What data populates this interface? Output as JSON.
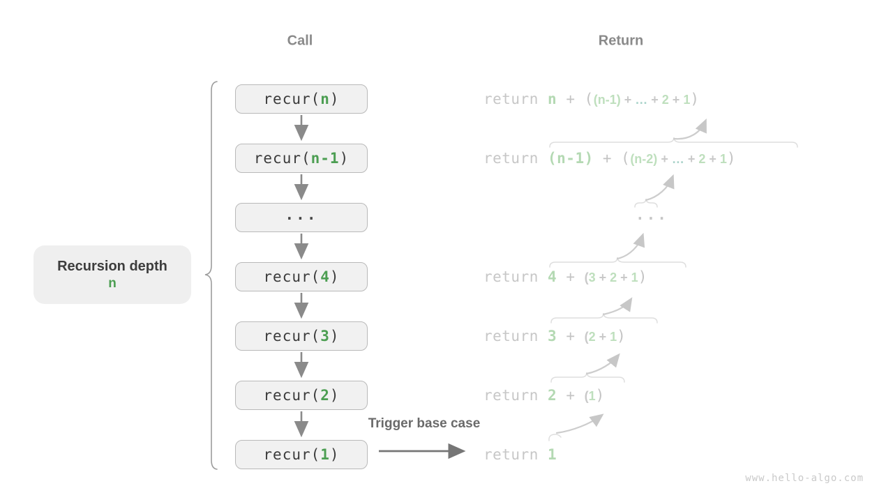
{
  "headers": {
    "call": "Call",
    "return": "Return"
  },
  "side_label": {
    "line1": "Recursion depth",
    "line2": "n"
  },
  "trigger_label": "Trigger base case",
  "watermark": "www.hello-algo.com",
  "colors": {
    "accent_green": "#4c9e52",
    "faded_green": "#b4d9b3",
    "faded_teal": "#abd4cb",
    "box_fill": "#f1f1f1",
    "box_border": "#b9b9b9",
    "dark_text": "#3b3b3b",
    "gray_heading": "#8a8a8a",
    "faded_gray": "#c6c6c6",
    "arrow_gray": "#8a8a8a",
    "light_arrow": "#cdcdcd"
  },
  "call_rows": [
    {
      "tokens": [
        {
          "t": "recur(",
          "c": "code"
        },
        {
          "t": "n",
          "c": "arg"
        },
        {
          "t": ")",
          "c": "code"
        }
      ]
    },
    {
      "tokens": [
        {
          "t": "recur(",
          "c": "code"
        },
        {
          "t": "n-1",
          "c": "arg"
        },
        {
          "t": ")",
          "c": "code"
        }
      ]
    },
    {
      "tokens": [
        {
          "t": "...",
          "c": "bdots"
        }
      ]
    },
    {
      "tokens": [
        {
          "t": "recur(",
          "c": "code"
        },
        {
          "t": "4",
          "c": "arg"
        },
        {
          "t": ")",
          "c": "code"
        }
      ]
    },
    {
      "tokens": [
        {
          "t": "recur(",
          "c": "code"
        },
        {
          "t": "3",
          "c": "arg"
        },
        {
          "t": ")",
          "c": "code"
        }
      ]
    },
    {
      "tokens": [
        {
          "t": "recur(",
          "c": "code"
        },
        {
          "t": "2",
          "c": "arg"
        },
        {
          "t": ")",
          "c": "code"
        }
      ]
    },
    {
      "tokens": [
        {
          "t": "recur(",
          "c": "code"
        },
        {
          "t": "1",
          "c": "arg"
        },
        {
          "t": ")",
          "c": "code"
        }
      ]
    }
  ],
  "return_rows": [
    {
      "tokens": [
        {
          "t": "return ",
          "c": "kw"
        },
        {
          "t": "n",
          "c": "val"
        },
        {
          "t": " + (",
          "c": "op"
        },
        {
          "t": "(n-1)",
          "c": "nval"
        },
        {
          "t": " + ",
          "c": "nop"
        },
        {
          "t": "…",
          "c": "ndots"
        },
        {
          "t": " + ",
          "c": "nop"
        },
        {
          "t": "2",
          "c": "nval"
        },
        {
          "t": " + ",
          "c": "nop"
        },
        {
          "t": "1",
          "c": "nval"
        },
        {
          "t": ")",
          "c": "op"
        }
      ]
    },
    {
      "tokens": [
        {
          "t": "return ",
          "c": "kw"
        },
        {
          "t": "(n-1)",
          "c": "val"
        },
        {
          "t": " + (",
          "c": "op"
        },
        {
          "t": "(n-2)",
          "c": "nval"
        },
        {
          "t": " + ",
          "c": "nop"
        },
        {
          "t": "…",
          "c": "ndots"
        },
        {
          "t": " + ",
          "c": "nop"
        },
        {
          "t": "2",
          "c": "nval"
        },
        {
          "t": " + ",
          "c": "nop"
        },
        {
          "t": "1",
          "c": "nval"
        },
        {
          "t": ")",
          "c": "op"
        }
      ]
    },
    {
      "tokens": [
        {
          "t": "...",
          "c": "rdots"
        }
      ]
    },
    {
      "tokens": [
        {
          "t": "return ",
          "c": "kw"
        },
        {
          "t": "4",
          "c": "val"
        },
        {
          "t": " + ",
          "c": "op"
        },
        {
          "t": "(",
          "c": "nop"
        },
        {
          "t": "3",
          "c": "nval"
        },
        {
          "t": " + ",
          "c": "nop"
        },
        {
          "t": "2",
          "c": "nval"
        },
        {
          "t": " + ",
          "c": "nop"
        },
        {
          "t": "1",
          "c": "nval"
        },
        {
          "t": ")",
          "c": "op"
        }
      ]
    },
    {
      "tokens": [
        {
          "t": "return ",
          "c": "kw"
        },
        {
          "t": "3",
          "c": "val"
        },
        {
          "t": " + ",
          "c": "op"
        },
        {
          "t": "(",
          "c": "nop"
        },
        {
          "t": "2",
          "c": "nval"
        },
        {
          "t": " + ",
          "c": "nop"
        },
        {
          "t": "1",
          "c": "nval"
        },
        {
          "t": ")",
          "c": "op"
        }
      ]
    },
    {
      "tokens": [
        {
          "t": "return ",
          "c": "kw"
        },
        {
          "t": "2",
          "c": "val"
        },
        {
          "t": " + ",
          "c": "op"
        },
        {
          "t": "(",
          "c": "nop"
        },
        {
          "t": "1",
          "c": "nval"
        },
        {
          "t": ")",
          "c": "op"
        }
      ]
    },
    {
      "tokens": [
        {
          "t": "return ",
          "c": "kw"
        },
        {
          "t": "1",
          "c": "val"
        }
      ]
    }
  ]
}
